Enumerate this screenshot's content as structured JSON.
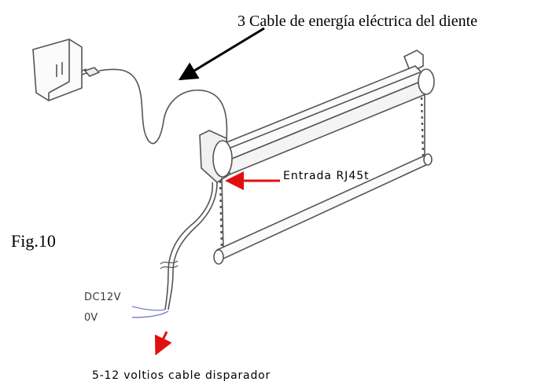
{
  "labels": {
    "power_cable": "3 Cable de energía eléctrica del diente",
    "figure": "Fig.10",
    "rj45_input": "Entrada RJ45t",
    "dc_voltage": "DC12V",
    "zero_voltage": "0V",
    "trigger_cable": "5-12 voltios cable disparador"
  },
  "colors": {
    "arrow_black": "#000000",
    "arrow_red": "#e01010",
    "line_art": "#555555",
    "wire_blue": "#8080d0"
  }
}
